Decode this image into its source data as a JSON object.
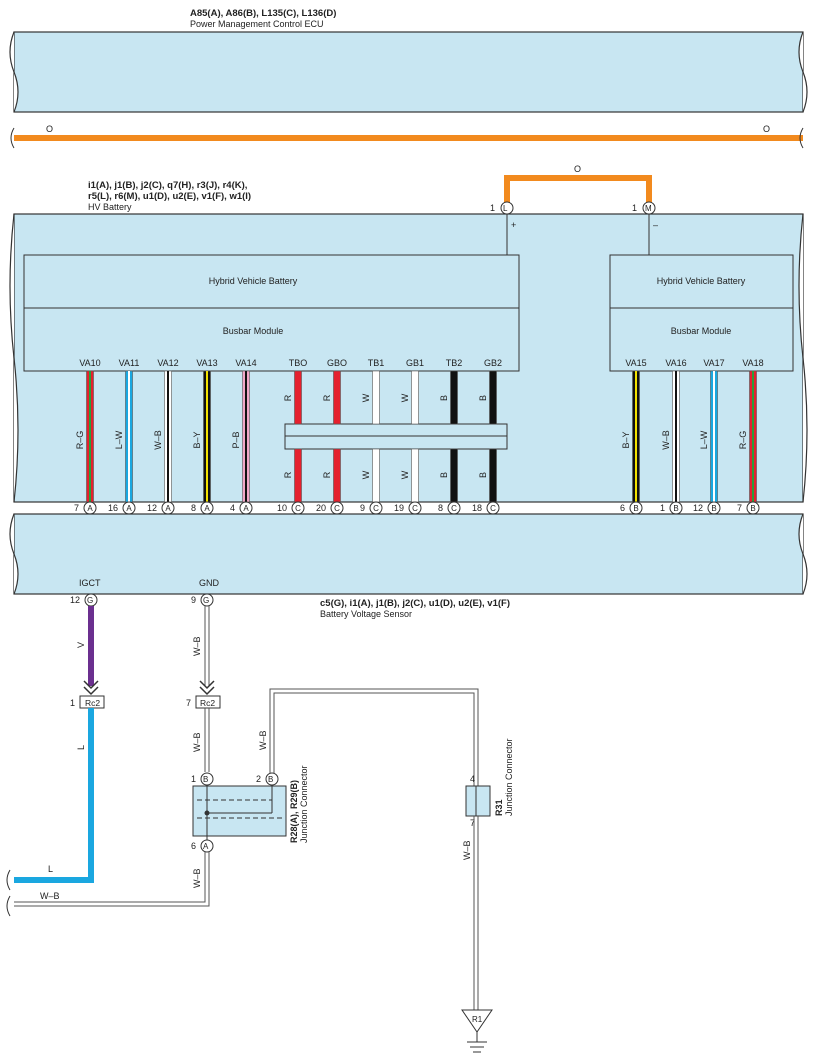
{
  "colors": {
    "box_fill": "#c8e6f2",
    "box_stroke": "#333333",
    "orange": "#f28a1e",
    "red": "#e5202e",
    "blue": "#1aa7e0",
    "purple": "#6b2f8f",
    "yellow": "#f3e200",
    "pink": "#f2a7c8",
    "black": "#000000"
  },
  "ecu": {
    "codes": "A85(A), A86(B), L135(C), L136(D)",
    "name": "Power Management Control ECU"
  },
  "orange_wire": {
    "left": "O",
    "right": "O",
    "jumper": "O"
  },
  "hv": {
    "codes_1": "i1(A), j1(B), j2(C), q7(H), r3(J), r4(K),",
    "codes_2": "r5(L), r6(M), u1(D), u2(E), v1(F), w1(I)",
    "name": "HV Battery"
  },
  "terminals": {
    "L_pin": "1",
    "L": "L",
    "M_pin": "1",
    "M": "M",
    "plus": "+",
    "minus": "–"
  },
  "modules": {
    "hvb_left": "Hybrid Vehicle Battery",
    "hvb_right": "Hybrid Vehicle Battery",
    "busbar_left": "Busbar Module",
    "busbar_right": "Busbar Module"
  },
  "wires": [
    {
      "label": "VA10",
      "color": "R–G",
      "pin": "7",
      "conn": "A",
      "bottom": "VA10"
    },
    {
      "label": "VA11",
      "color": "L–W",
      "pin": "16",
      "conn": "A",
      "bottom": "VA11"
    },
    {
      "label": "VA12",
      "color": "W–B",
      "pin": "12",
      "conn": "A",
      "bottom": "VA12"
    },
    {
      "label": "VA13",
      "color": "B–Y",
      "pin": "8",
      "conn": "A",
      "bottom": "VA13"
    },
    {
      "label": "VA14",
      "color": "P–B",
      "pin": "4",
      "conn": "A",
      "bottom": "VA14"
    },
    {
      "label": "TBO",
      "color": "R",
      "color2": "R",
      "pin": "10",
      "conn": "C",
      "bottom": "TBO"
    },
    {
      "label": "GBO",
      "color": "R",
      "color2": "R",
      "pin": "20",
      "conn": "C",
      "bottom": "GBO"
    },
    {
      "label": "TB1",
      "color": "W",
      "color2": "W",
      "pin": "9",
      "conn": "C",
      "bottom": "TB1"
    },
    {
      "label": "GB1",
      "color": "W",
      "color2": "W",
      "pin": "19",
      "conn": "C",
      "bottom": "GB1"
    },
    {
      "label": "TB2",
      "color": "B",
      "color2": "B",
      "pin": "8",
      "conn": "C",
      "bottom": "TB2"
    },
    {
      "label": "GB2",
      "color": "B",
      "color2": "B",
      "pin": "18",
      "conn": "C",
      "bottom": "GB2"
    },
    {
      "label": "VA15",
      "color": "B–Y",
      "pin": "6",
      "conn": "B",
      "bottom": "VA15"
    },
    {
      "label": "VA16",
      "color": "W–B",
      "pin": "1",
      "conn": "B",
      "bottom": "VA16"
    },
    {
      "label": "VA17",
      "color": "L–W",
      "pin": "12",
      "conn": "B",
      "bottom": "VA17"
    },
    {
      "label": "VA18",
      "color": "R–G",
      "pin": "7",
      "conn": "B",
      "bottom": "VA18"
    }
  ],
  "sensor": {
    "codes": "c5(G), i1(A), j1(B), j2(C), u1(D), u2(E), v1(F)",
    "name": "Battery Voltage Sensor"
  },
  "igct": {
    "label": "IGCT",
    "pin": "12",
    "conn": "G",
    "wire": "V",
    "rc_pin": "1",
    "rc": "Rc2",
    "wire2": "L",
    "wire3": "L"
  },
  "gnd": {
    "label": "GND",
    "pin": "9",
    "conn": "G",
    "wire": "W–B",
    "rc_pin": "7",
    "rc": "Rc2",
    "wire2": "W–B",
    "wire3": "W–B"
  },
  "jc1": {
    "pin_a": "1",
    "conn_a": "B",
    "pin_b": "2",
    "conn_b": "B",
    "pin_c": "6",
    "conn_c": "A",
    "code": "R28(A), R29(B)",
    "name": "Junction Connector",
    "wire_out": "W–B",
    "wire_left": "W–B"
  },
  "jc2": {
    "pin_top": "4",
    "pin_bottom": "7",
    "code": "R31",
    "name": "Junction Connector",
    "wire": "W–B"
  },
  "ground": {
    "label": "R1"
  }
}
